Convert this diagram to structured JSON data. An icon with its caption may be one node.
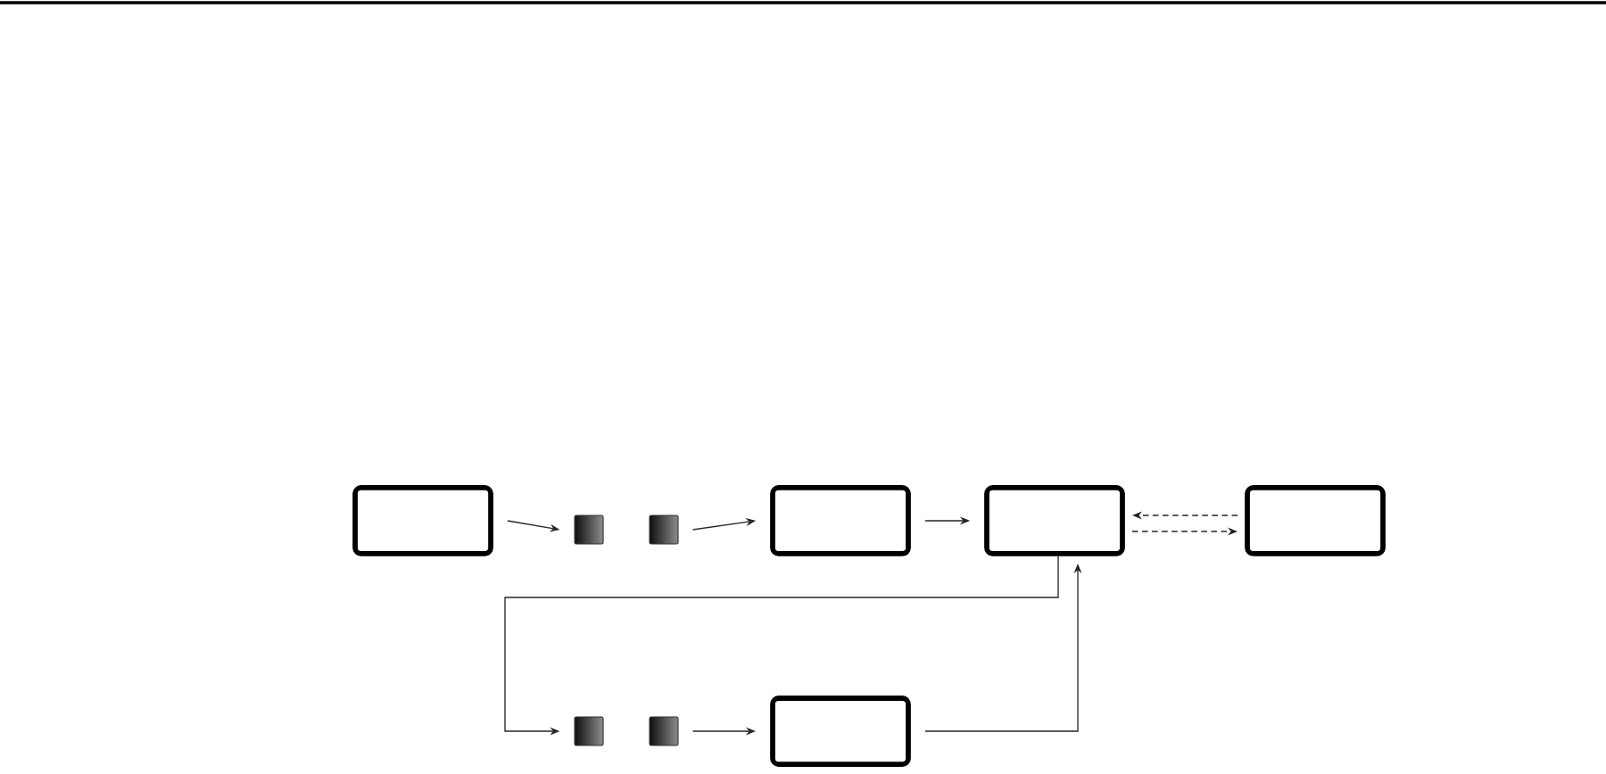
{
  "diagram": {
    "nodes": [
      {
        "text": [],
        "shape": "box"
      },
      {
        "text": [],
        "shape": "square"
      },
      {
        "text": [],
        "shape": "square"
      },
      {
        "text": [],
        "shape": "box"
      },
      {
        "text": [],
        "shape": "box"
      },
      {
        "text": [],
        "shape": "box"
      },
      {
        "text": [],
        "shape": "square"
      },
      {
        "text": [],
        "shape": "square"
      },
      {
        "text": [],
        "shape": "box"
      }
    ],
    "edges": [
      {
        "from": 0,
        "to": 1,
        "arrow": "to"
      },
      {
        "from": 2,
        "to": 3,
        "arrow": "to"
      },
      {
        "from": 3,
        "to": 4,
        "arrow": "to"
      },
      {
        "from": 5,
        "to": 4,
        "arrow": "to",
        "style": "dashed"
      },
      {
        "from": 4,
        "to": 5,
        "arrow": "to",
        "style": "dashed"
      },
      {
        "from": 4,
        "to": 6,
        "arrow": "to"
      },
      {
        "from": 7,
        "to": 8,
        "arrow": "to"
      },
      {
        "from": 8,
        "to": 4,
        "arrow": "to"
      }
    ]
  }
}
